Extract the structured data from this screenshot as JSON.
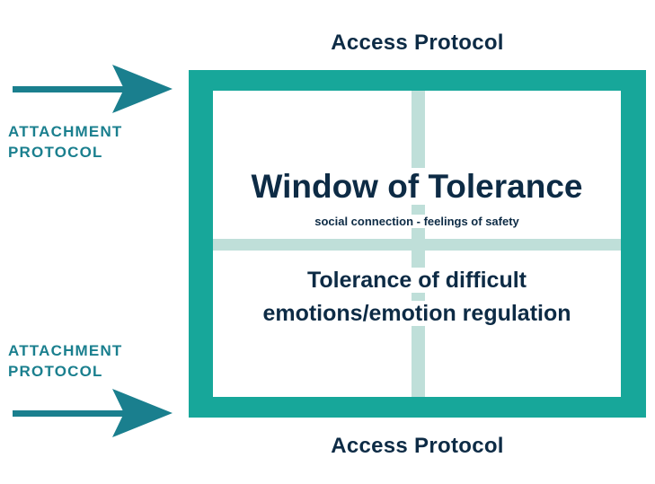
{
  "diagram": {
    "top_label": "Access Protocol",
    "bottom_label": "Access Protocol",
    "left_labels": [
      {
        "line1": "ATTACHMENT",
        "line2": "PROTOCOL"
      },
      {
        "line1": "ATTACHMENT",
        "line2": "PROTOCOL"
      }
    ],
    "window": {
      "title": "Window of Tolerance",
      "subtitle": "social connection - feelings of safety",
      "body_line1": "Tolerance of difficult",
      "body_line2": "emotions/emotion regulation"
    },
    "colors": {
      "frame": "#17a79a",
      "mullion": "#bfdfd9",
      "arrow": "#1a7f8e",
      "text_dark": "#0d2b45",
      "text_teal": "#1a7f8e"
    }
  }
}
